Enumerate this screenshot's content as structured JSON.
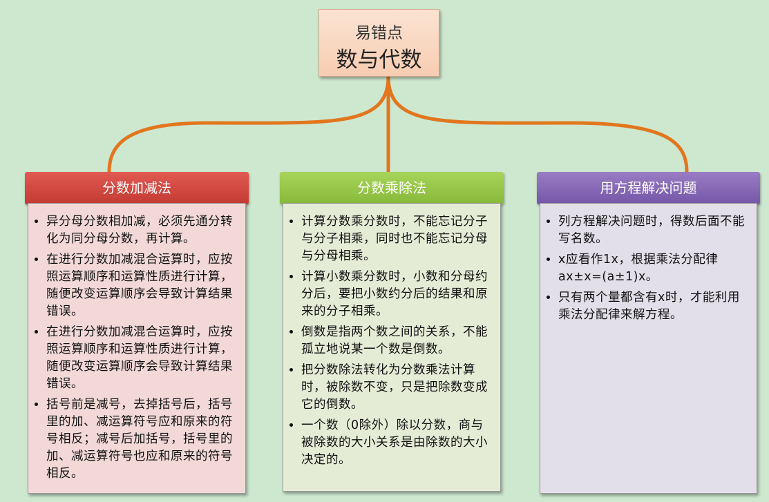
{
  "root": {
    "subtitle": "易错点",
    "title": "数与代数"
  },
  "branches": [
    {
      "title": "分数加减法",
      "items": [
        "异分母分数相加减，必须先通分转化为同分母分数，再计算。",
        "在进行分数加减混合运算时，应按照运算顺序和运算性质进行计算，随便改变运算顺序会导致计算结果错误。",
        "在进行分数加减混合运算时，应按照运算顺序和运算性质进行计算，随便改变运算顺序会导致计算结果错误。",
        "括号前是减号，去掉括号后，括号里的加、减运算符号应和原来的符号相反；减号后加括号，括号里的加、减运算符号也应和原来的符号相反。"
      ]
    },
    {
      "title": "分数乘除法",
      "items": [
        "计算分数乘分数时，不能忘记分子与分子相乘，同时也不能忘记分母与分母相乘。",
        "计算小数乘分数时，小数和分母约分后，要把小数约分后的结果和原来的分子相乘。",
        "倒数是指两个数之间的关系，不能孤立地说某一个数是倒数。",
        "把分数除法转化为分数乘法计算时，被除数不变，只是把除数变成它的倒数。",
        "一个数（0除外）除以分数，商与被除数的大小关系是由除数的大小决定的。"
      ]
    },
    {
      "title": "用方程解决问题",
      "items": [
        "列方程解决问题时，得数后面不能写名数。",
        "x应看作1x，根据乘法分配律ax±x=(a±1)x。",
        "只有两个量都含有x时，才能利用乘法分配律来解方程。"
      ]
    }
  ],
  "colors": {
    "background": "#cde8cf",
    "connector": "#e2761f",
    "branch1": "#d04842",
    "branch2": "#98c74a",
    "branch3": "#8566b6"
  }
}
